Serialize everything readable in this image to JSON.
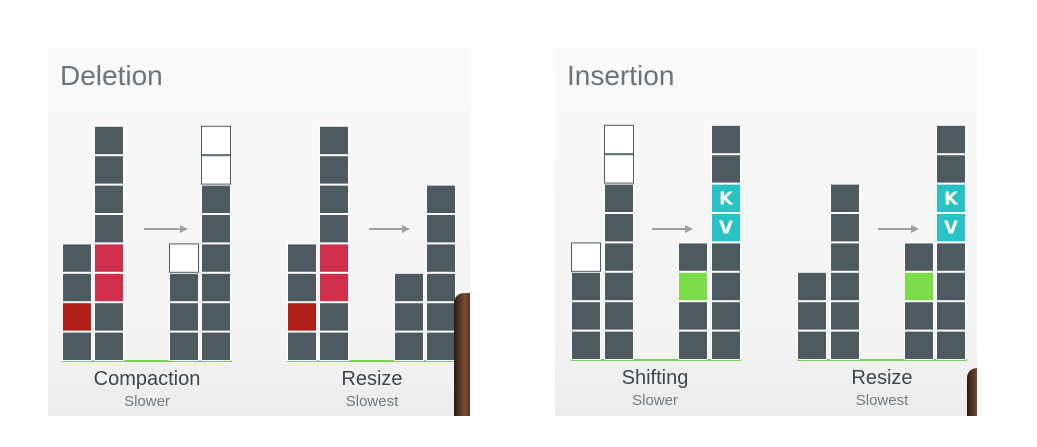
{
  "colors": {
    "block": "#4d5b61",
    "block_border": "#ffffff",
    "empty": "#ffffff",
    "empty_border": "#4d5b61",
    "deleted_red": "#d02e4a",
    "deleted_dark": "#b01f18",
    "inserted_green": "#7ddc4a",
    "kv_cyan": "#29c3c5",
    "baseline": "#7dd255",
    "arrow": "#9aa0a3"
  },
  "panels": [
    {
      "title": "Deletion",
      "diagrams": [
        {
          "label": "Compaction",
          "sublabel": "Slower"
        },
        {
          "label": "Resize",
          "sublabel": "Slowest"
        }
      ]
    },
    {
      "title": "Insertion",
      "diagrams": [
        {
          "label": "Shifting",
          "sublabel": "Slower"
        },
        {
          "label": "Resize",
          "sublabel": "Slowest"
        }
      ]
    }
  ],
  "kv_letters": [
    "K",
    "V"
  ]
}
